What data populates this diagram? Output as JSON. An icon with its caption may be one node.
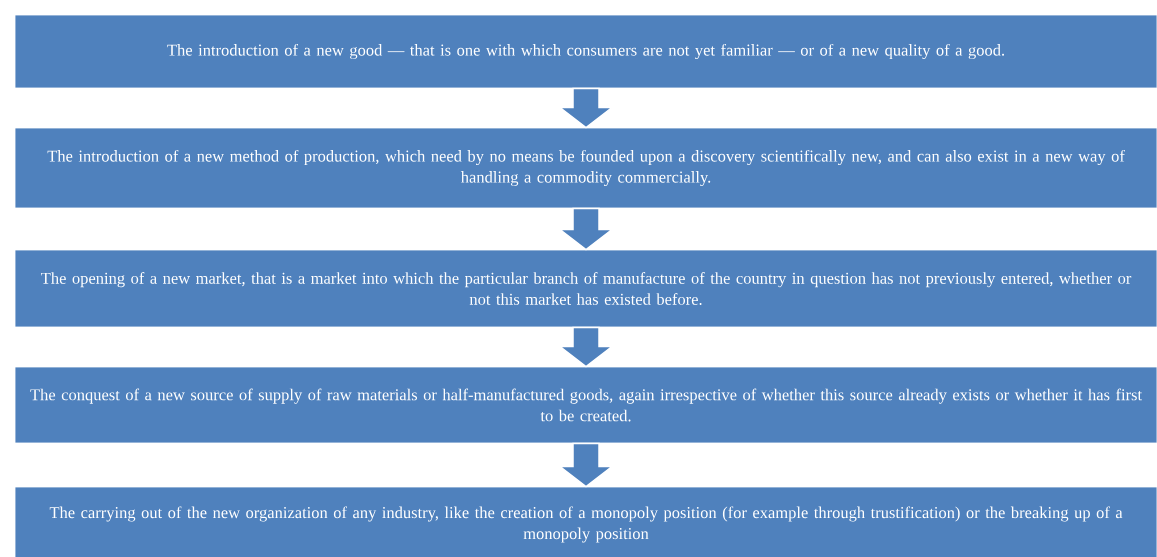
{
  "diagram": {
    "nodes": [
      {
        "text": [
          "The introduction of a new good — that is one with which consumers are not yet familiar — or of a new quality of a good."
        ]
      },
      {
        "text": [
          "The introduction of a new method of production, which need by no means be founded upon a discovery scientifically new, and can also exist in a new way of handling a commodity commercially."
        ]
      },
      {
        "text": [
          "The opening of a new market, that is a market into which the particular branch of manufacture of the country in question has not previously entered, whether or not this market has existed before."
        ]
      },
      {
        "text": [
          "The conquest of a new source of supply of raw materials or half-manufactured goods, again irrespective of whether this source already exists or whether it has first to be created."
        ]
      },
      {
        "text": [
          "The carrying out of the new organization of any industry, like the creation of a monopoly position (for example through trustification) or the breaking up of a monopoly position"
        ]
      }
    ],
    "edges": [
      {
        "from": 0,
        "to": 1,
        "arrow": "to"
      },
      {
        "from": 1,
        "to": 2,
        "arrow": "to"
      },
      {
        "from": 2,
        "to": 3,
        "arrow": "to"
      },
      {
        "from": 3,
        "to": 4,
        "arrow": "to"
      }
    ]
  }
}
